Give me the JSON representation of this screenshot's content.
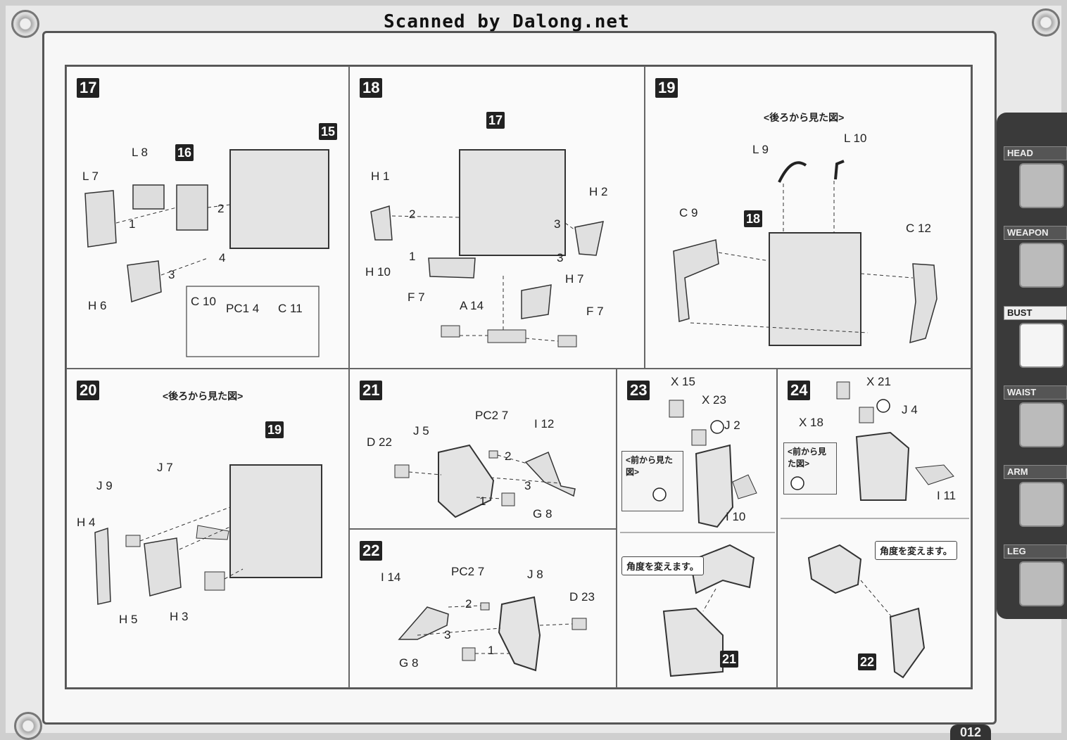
{
  "header": {
    "scan_credit": "Scanned by Dalong.net"
  },
  "side_tabs": [
    {
      "label": "HEAD",
      "active": false
    },
    {
      "label": "WEAPON",
      "active": false
    },
    {
      "label": "BUST",
      "active": true
    },
    {
      "label": "WAIST",
      "active": false
    },
    {
      "label": "ARM",
      "active": false
    },
    {
      "label": "LEG",
      "active": false
    }
  ],
  "page_number": "012",
  "steps": {
    "s17": {
      "num": "17",
      "refs": {
        "r15": "15",
        "r16": "16"
      },
      "parts": {
        "l8": "L 8",
        "l7": "L 7",
        "h6": "H 6",
        "c10": "C 10",
        "pc14": "PC1 4",
        "c11": "C 11"
      },
      "order": {
        "o1": "1",
        "o2": "2",
        "o3": "3",
        "o4": "4"
      }
    },
    "s18": {
      "num": "18",
      "refs": {
        "r17": "17"
      },
      "parts": {
        "h1": "H 1",
        "h2": "H 2",
        "h10": "H 10",
        "h7": "H 7",
        "f7a": "F 7",
        "a14": "A 14",
        "f7b": "F 7"
      },
      "order": {
        "o1": "1",
        "o2": "2",
        "o3a": "3",
        "o3b": "3"
      }
    },
    "s19": {
      "num": "19",
      "subhead": "<後ろから見た図>",
      "refs": {
        "r18": "18"
      },
      "parts": {
        "l9": "L 9",
        "l10": "L 10",
        "c9": "C 9",
        "c12": "C 12"
      }
    },
    "s20": {
      "num": "20",
      "subhead": "<後ろから見た図>",
      "refs": {
        "r19": "19"
      },
      "parts": {
        "j7": "J 7",
        "j9": "J 9",
        "h4": "H 4",
        "h5": "H 5",
        "h3": "H 3"
      }
    },
    "s21": {
      "num": "21",
      "parts": {
        "pc27": "PC2 7",
        "j5": "J 5",
        "i12": "I 12",
        "d22": "D 22",
        "g8": "G 8"
      },
      "order": {
        "o1": "1",
        "o2": "2",
        "o3": "3"
      }
    },
    "s22": {
      "num": "22",
      "parts": {
        "pc27": "PC2 7",
        "i14": "I 14",
        "j8": "J 8",
        "d23": "D 23",
        "g8": "G 8"
      },
      "order": {
        "o1": "1",
        "o2": "2",
        "o3": "3"
      }
    },
    "s23": {
      "num": "23",
      "front_view": "<前から見た図>",
      "note": "角度を変えます。",
      "refs": {
        "r21": "21"
      },
      "parts": {
        "x15": "X 15",
        "x23": "X 23",
        "j2": "J 2",
        "i10": "I 10"
      }
    },
    "s24": {
      "num": "24",
      "front_view": "<前から見た図>",
      "note": "角度を変えます。",
      "refs": {
        "r22": "22"
      },
      "parts": {
        "x21": "X 21",
        "x18": "X 18",
        "j4": "J 4",
        "i11": "I 11"
      }
    }
  }
}
